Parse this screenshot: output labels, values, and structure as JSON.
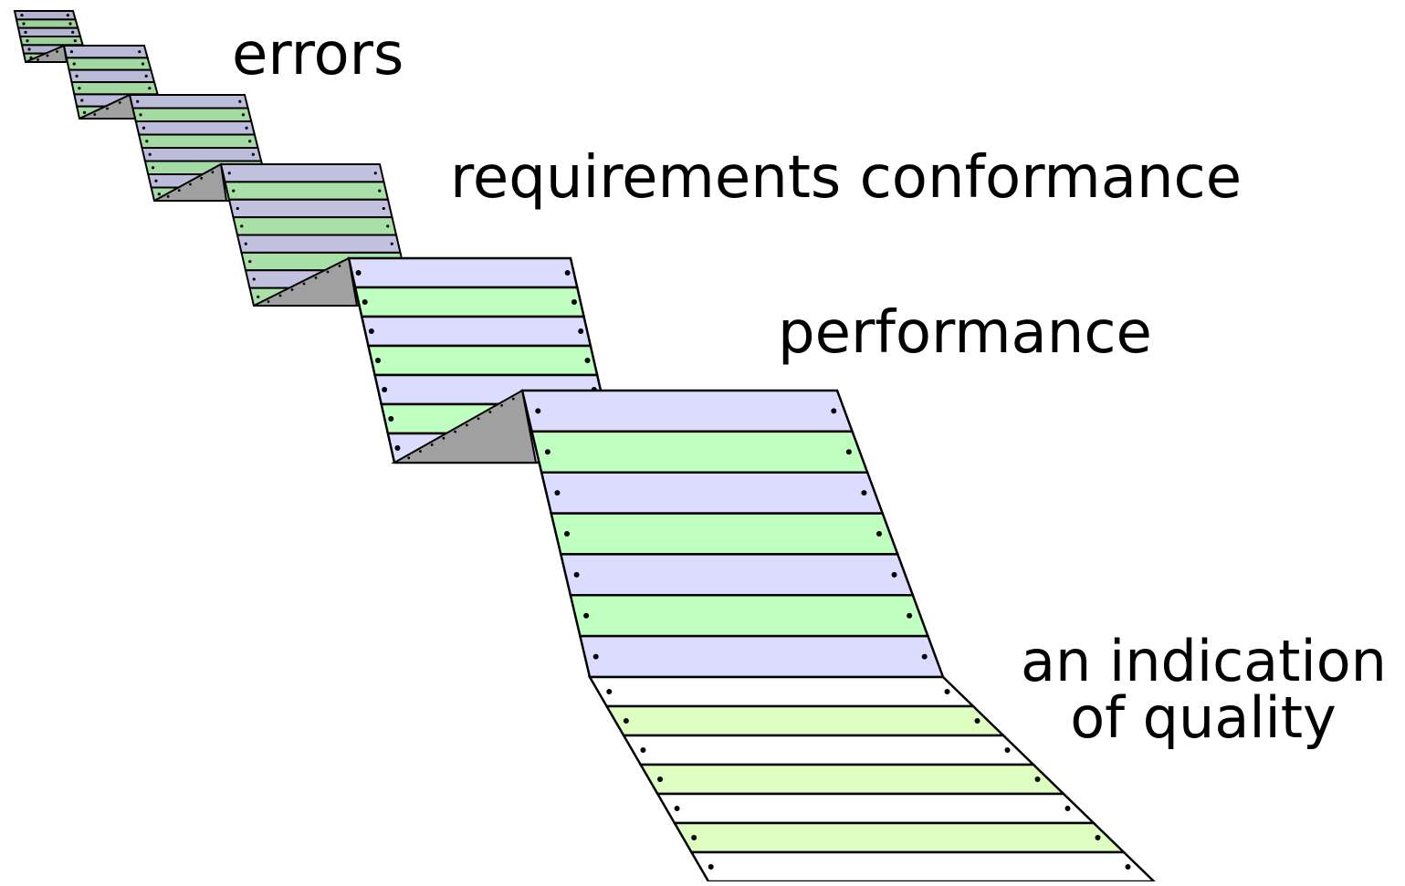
{
  "labels": {
    "errors": "errors",
    "requirements_conformance": "requirements conformance",
    "performance": "performance",
    "quality_line1": "an indication",
    "quality_line2": "of quality"
  },
  "colors": {
    "outline": "#000000",
    "fold_shadow": "#a0a0a0",
    "lavender": "#dcdcff",
    "green": "#bfffbf",
    "pale_yellow_green": "#ddffc0",
    "white_row": "#ffffff"
  }
}
